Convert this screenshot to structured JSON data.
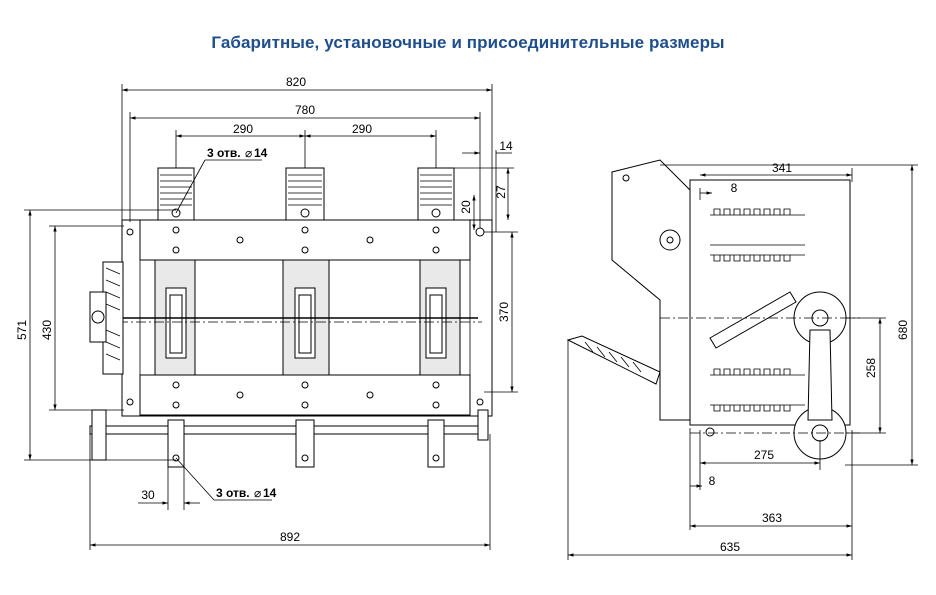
{
  "title": "Габаритные, установочные и присоединительные размеры",
  "front_view": {
    "dim_820": "820",
    "dim_780": "780",
    "dim_290_left": "290",
    "dim_290_right": "290",
    "dim_14": "14",
    "dim_27": "27",
    "dim_20": "20",
    "dim_370": "370",
    "dim_571": "571",
    "dim_430": "430",
    "dim_30": "30",
    "dim_892": "892",
    "holes_top": "3 отв.",
    "holes_top_dia": "14",
    "holes_bottom": "3 отв.",
    "holes_bottom_dia": "14"
  },
  "side_view": {
    "dim_341": "341",
    "dim_8_top": "8",
    "dim_680": "680",
    "dim_258": "258",
    "dim_275": "275",
    "dim_8_bottom": "8",
    "dim_363": "363",
    "dim_635": "635"
  },
  "colors": {
    "title": "#1f4e8c",
    "line": "#000000",
    "background": "#ffffff"
  }
}
